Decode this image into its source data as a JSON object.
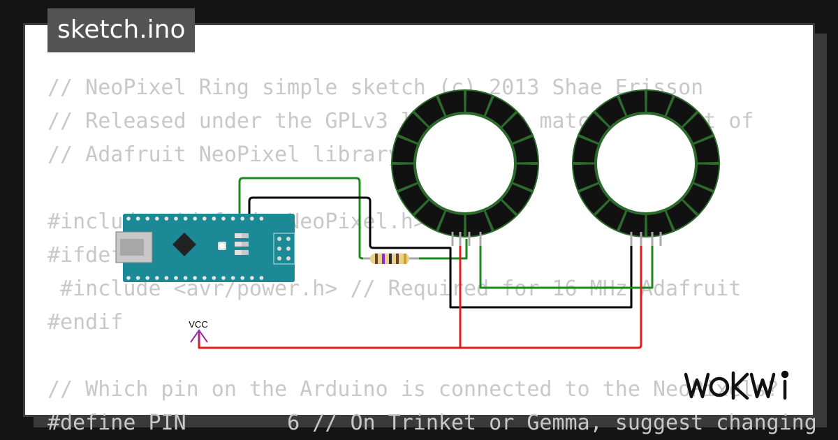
{
  "tab": {
    "filename": "sketch.ino"
  },
  "code": {
    "lines": [
      "// NeoPixel Ring simple sketch (c) 2013 Shae Erisson",
      "// Released under the GPLv3 license to match the rest of",
      "// Adafruit NeoPixel library",
      "",
      "#include <Adafruit_NeoPixel.h>",
      "#ifdef __AVR__",
      " #include <avr/power.h> // Required for 16 MHz Adafruit",
      "#endif",
      "",
      "// Which pin on the Arduino is connected to the NeoPixels?",
      "#define PIN        6 // On Trinket or Gemma, suggest changing"
    ]
  },
  "circuit": {
    "vcc_label": "VCC",
    "board_name": "Arduino Nano",
    "rings": [
      {
        "name": "NeoPixel ring",
        "pixels": 16
      },
      {
        "name": "NeoPixel ring",
        "pixels": 16
      }
    ],
    "resistor": "resistor",
    "colors": {
      "wire_green": "#1b8a1b",
      "wire_black": "#000000",
      "wire_red": "#e31d1d",
      "board": "#1c8a96",
      "vcc": "#9a2aa0",
      "ring": "#111111",
      "ring_outline": "#2d6a2d"
    }
  },
  "branding": {
    "logo": "WOKWI"
  }
}
